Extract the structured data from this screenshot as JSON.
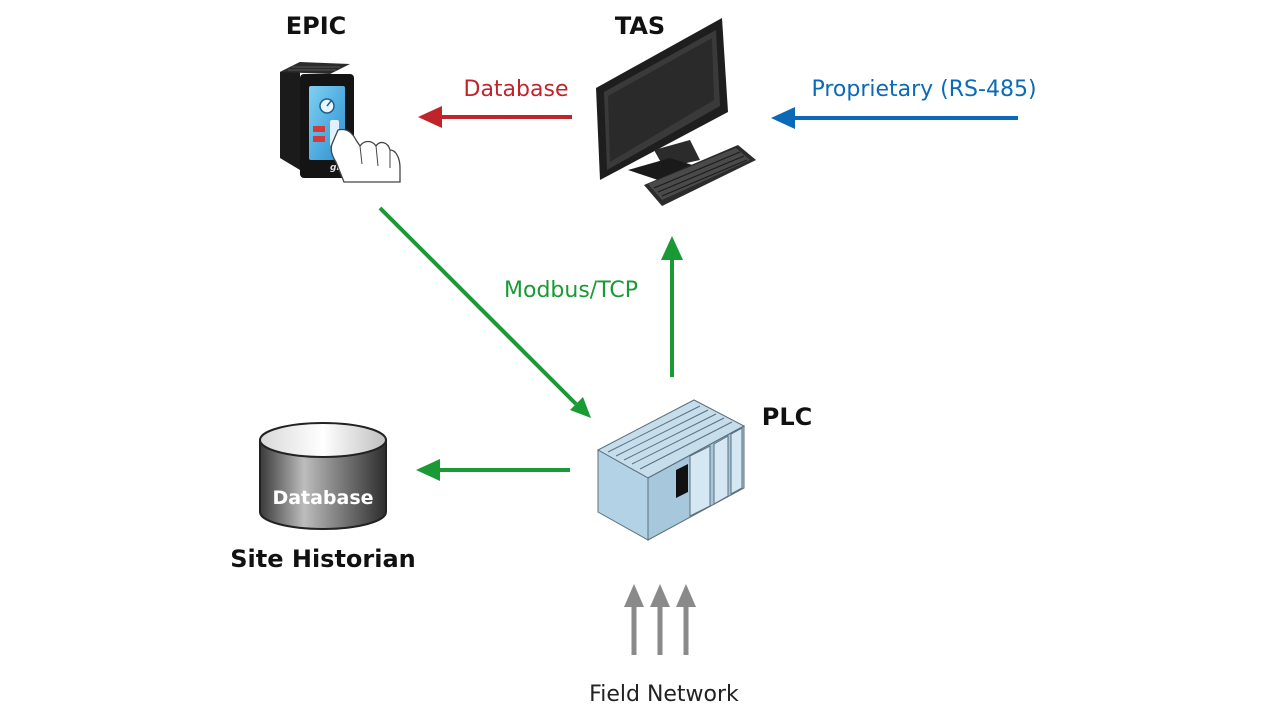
{
  "nodes": {
    "epic": {
      "label": "EPIC",
      "logo_text": "groov"
    },
    "tas": {
      "label": "TAS"
    },
    "plc": {
      "label": "PLC"
    },
    "historian": {
      "label": "Site Historian",
      "cylinder_text": "Database"
    },
    "field": {
      "label": "Field Network"
    }
  },
  "edges": {
    "tas_to_epic": {
      "label": "Database",
      "color": "#c0242b"
    },
    "proprietary_to_tas": {
      "label": "Proprietary (RS-485)",
      "color": "#0a6ab8"
    },
    "epic_to_plc": {
      "label": "Modbus/TCP",
      "color": "#1a9a34"
    },
    "plc_to_tas": {
      "color": "#1a9a34"
    },
    "plc_to_historian": {
      "color": "#1a9a34"
    },
    "field_to_plc": {
      "color": "#8a8a8a",
      "arrow_count": 3
    }
  },
  "icons": {
    "epic": "epic-controller-icon",
    "tas": "computer-workstation-icon",
    "plc": "plc-rack-icon",
    "historian": "database-cylinder-icon"
  }
}
